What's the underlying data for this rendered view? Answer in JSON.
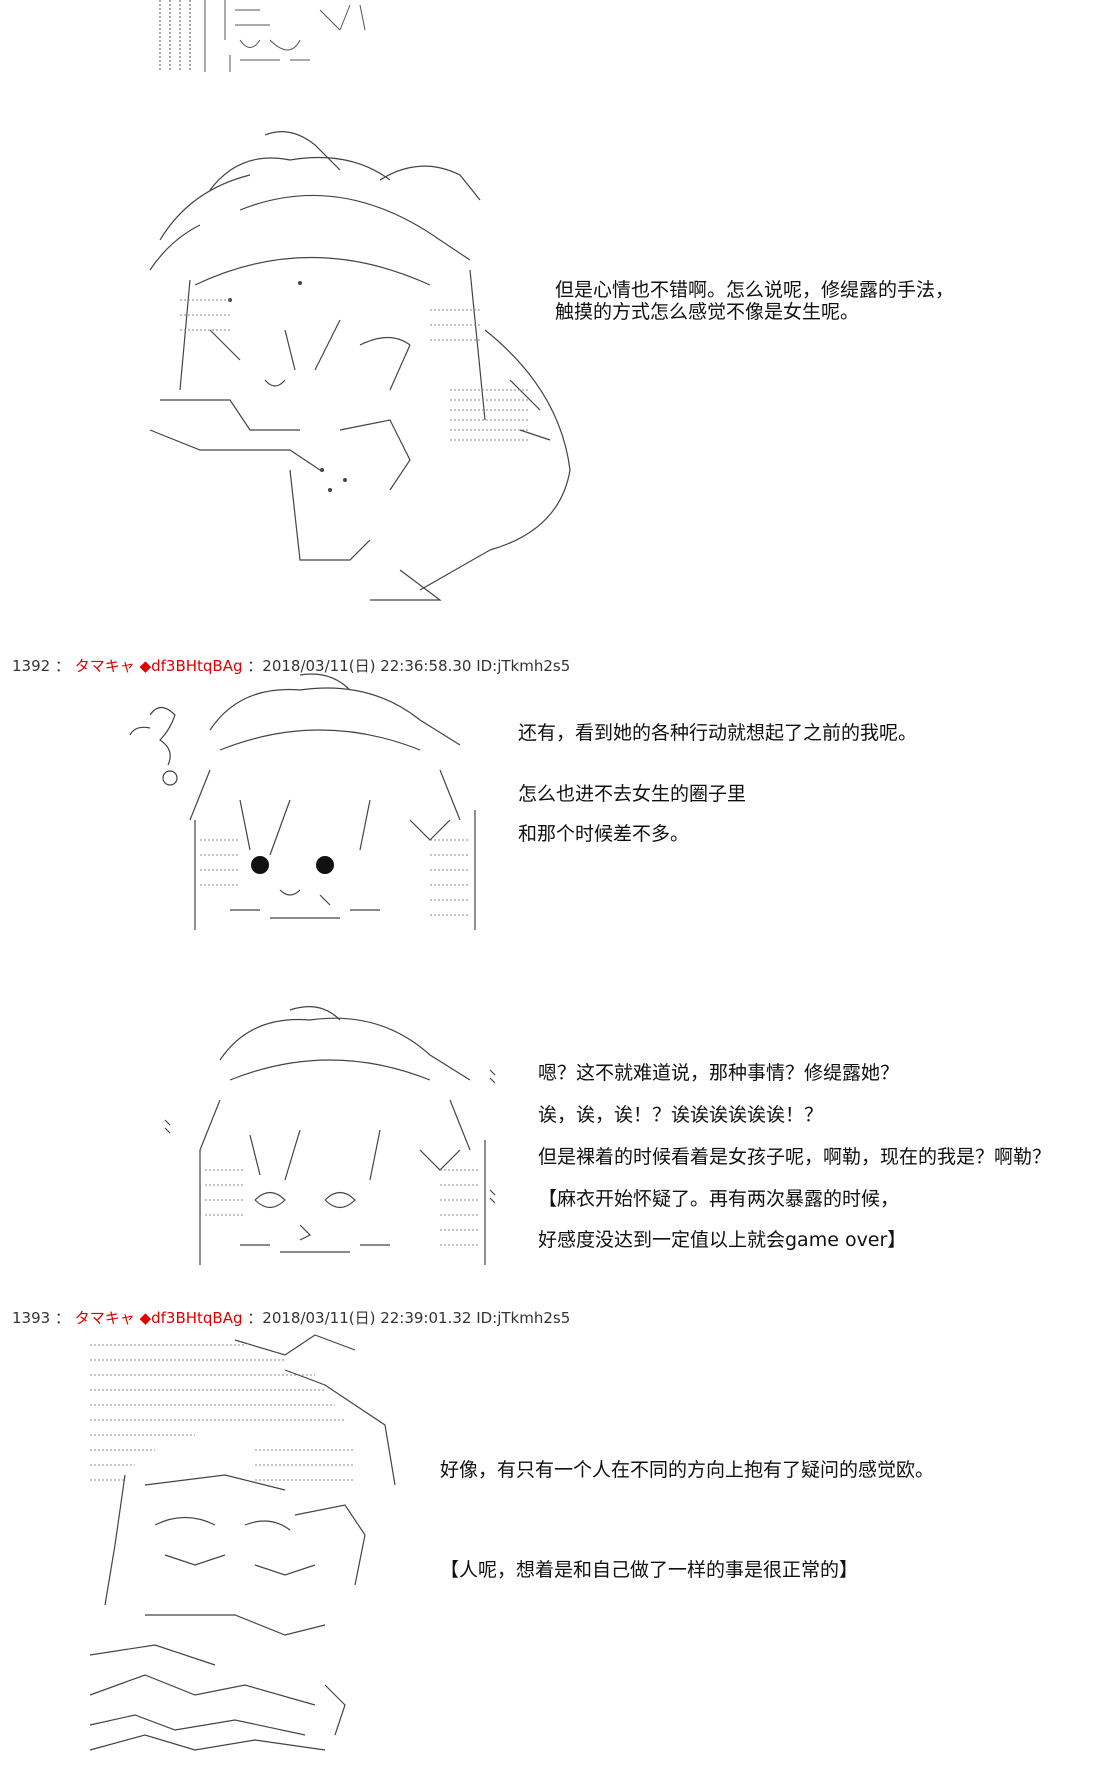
{
  "posts": [
    {
      "header": {
        "number": "1392",
        "sep": "：",
        "name": "タマキャ",
        "trip": "◆df3BHtqBAg",
        "date_id": "：2018/03/11(日) 22:36:58.30 ID:jTkmh2s5"
      }
    },
    {
      "header": {
        "number": "1393",
        "sep": "：",
        "name": "タマキャ",
        "trip": "◆df3BHtqBAg",
        "date_id": "：2018/03/11(日) 22:39:01.32 ID:jTkmh2s5"
      }
    }
  ],
  "dialog": {
    "block1": {
      "line1": "但是心情也不错啊。怎么说呢，修缇露的手法，",
      "line2": "触摸的方式怎么感觉不像是女生呢。"
    },
    "block2": {
      "line1": "还有，看到她的各种行动就想起了之前的我呢。",
      "line2": "怎么也进不去女生的圈子里",
      "line3": "和那个时候差不多。"
    },
    "block3": {
      "line1": "嗯？这不就难道说，那种事情？修缇露她？",
      "line2": "诶，诶，诶！？诶诶诶诶诶诶！？",
      "line3": "但是裸着的时候看着是女孩子呢，啊勒，现在的我是？啊勒？",
      "line4": "【麻衣开始怀疑了。再有两次暴露的时候，",
      "line5": "好感度没达到一定值以上就会game over】"
    },
    "block4": {
      "line1": "好像，有只有一个人在不同的方向上抱有了疑问的感觉欧。",
      "line2": "【人呢，想着是和自己做了一样的事是很正常的】"
    }
  }
}
